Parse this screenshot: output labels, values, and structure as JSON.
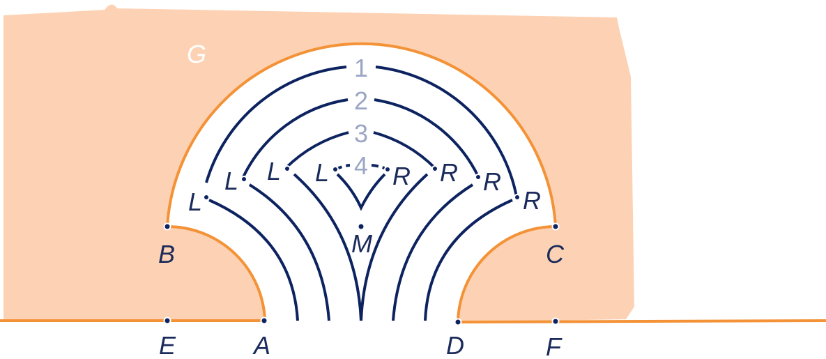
{
  "region_label": "G",
  "points": {
    "A": "A",
    "B": "B",
    "C": "C",
    "D": "D",
    "E": "E",
    "F": "F",
    "M": "M"
  },
  "arc_numbers": [
    "1",
    "2",
    "3",
    "4"
  ],
  "left_marker": "L",
  "right_marker": "R",
  "colors": {
    "region_fill": "#fdd2b4",
    "boundary": "#f39237",
    "arcs": "#0d2360",
    "numbers": "#9aa6c4"
  }
}
